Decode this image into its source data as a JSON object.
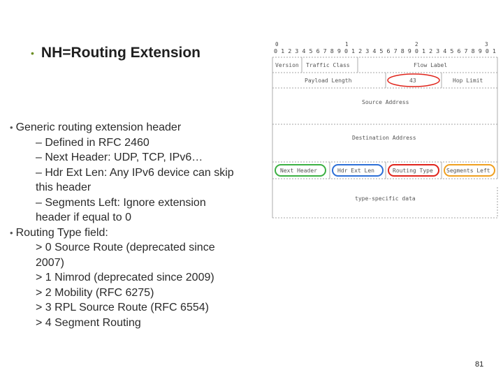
{
  "title": {
    "bullet": "•",
    "text": "NH=Routing Extension"
  },
  "body": {
    "lines": [
      {
        "level": 1,
        "bullet": "•",
        "text": "Generic routing extension header"
      },
      {
        "level": 2,
        "text": "– Defined in RFC 2460"
      },
      {
        "level": 2,
        "text": "– Next Header: UDP, TCP, IPv6…"
      },
      {
        "level": 2,
        "text": "– Hdr Ext Len: Any IPv6 device can skip"
      },
      {
        "level": 3,
        "text": "this header"
      },
      {
        "level": 2,
        "text": "– Segments Left: Ignore extension"
      },
      {
        "level": 3,
        "text": "header if equal to 0"
      },
      {
        "level": 1,
        "bullet": "•",
        "text": "Routing Type field:"
      },
      {
        "level": 2,
        "text": "> 0 Source Route (deprecated since"
      },
      {
        "level": 3,
        "text": "2007)"
      },
      {
        "level": 2,
        "text": "> 1 Nimrod (deprecated since 2009)"
      },
      {
        "level": 2,
        "text": "> 2 Mobility (RFC 6275)"
      },
      {
        "level": 2,
        "text": "> 3 RPL Source Route (RFC 6554)"
      },
      {
        "level": 2,
        "text": "> 4 Segment Routing"
      }
    ]
  },
  "diagram": {
    "ruler_tens": [
      "0",
      "1",
      "2",
      "3"
    ],
    "ruler_units": "0 1 2 3 4 5 6 7 8 9 0 1 2 3 4 5 6 7 8 9 0 1 2 3 4 5 6 7 8 9 0 1",
    "version": "Version",
    "traffic_class": "Traffic Class",
    "flow_label": "Flow Label",
    "payload_length": "Payload Length",
    "next_header_value": "43",
    "hop_limit": "Hop Limit",
    "source_address": "Source Address",
    "destination_address": "Destination Address",
    "next_header": "Next Header",
    "hdr_ext_len": "Hdr Ext Len",
    "routing_type": "Routing Type",
    "segments_left": "Segments Left",
    "type_specific_data": "type-specific data",
    "colors": {
      "next_header": "#3cb043",
      "hdr_ext_len": "#2d6fd6",
      "routing_type": "#e0241b",
      "segments_left": "#f0a020",
      "nh_circle": "#e0241b"
    }
  },
  "page_number": "81"
}
